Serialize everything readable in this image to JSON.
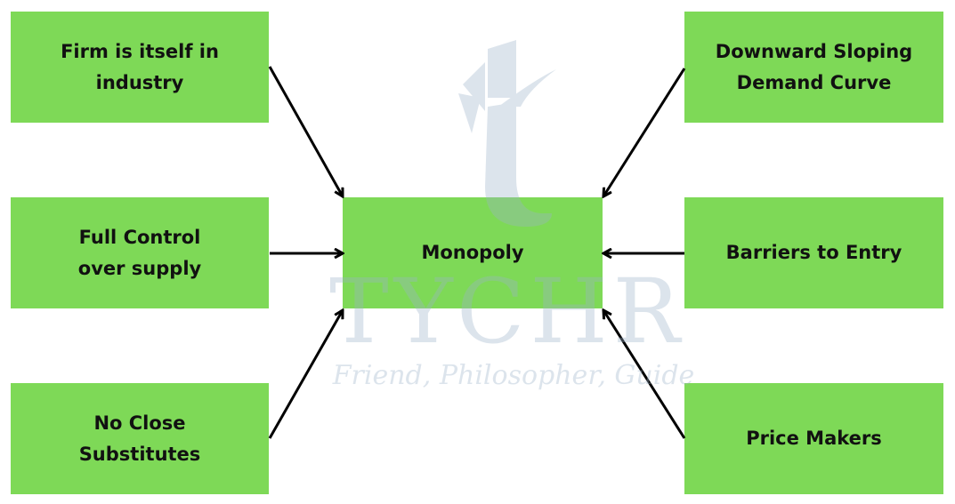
{
  "center": {
    "label": "Monopoly"
  },
  "left": [
    {
      "label": "Firm is itself in\nindustry"
    },
    {
      "label": "Full Control\nover supply"
    },
    {
      "label": "No Close\nSubstitutes"
    }
  ],
  "right": [
    {
      "label": "Downward Sloping\nDemand Curve"
    },
    {
      "label": "Barriers to Entry"
    },
    {
      "label": "Price Makers"
    }
  ],
  "watermark": {
    "brand": "TYCHR",
    "tagline": "Friend, Philosopher, Guide"
  },
  "colors": {
    "box": "#7ed957",
    "arrow": "#000000"
  }
}
